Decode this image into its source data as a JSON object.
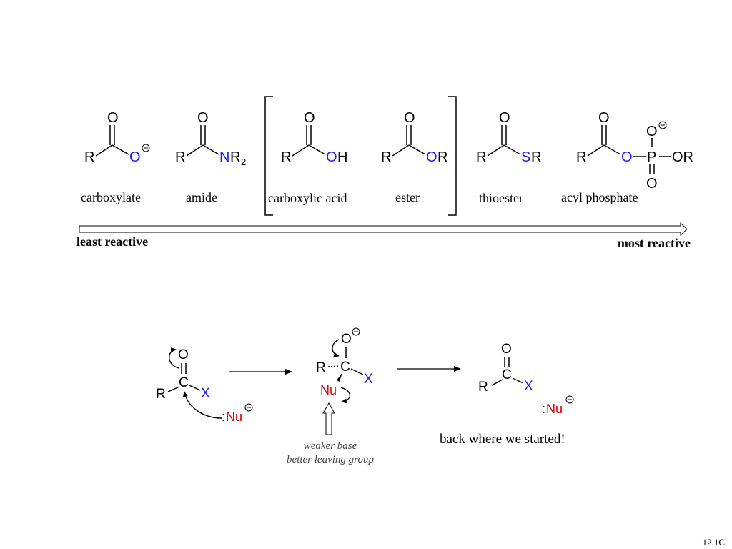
{
  "colors": {
    "heteroatom_blue": "#1a1aff",
    "nucleophile_red": "#e00000",
    "text": "#000000",
    "note_gray": "#444444"
  },
  "atoms": {
    "R": "R",
    "O": "O",
    "H": "H",
    "N": "N",
    "S": "S",
    "P": "P",
    "C": "C",
    "X": "X",
    "OR": "OR",
    "Nu": "Nu",
    "colon_Nu": ":Nu",
    "sub2": "2",
    "minus": "⊖"
  },
  "structures": [
    {
      "id": "carboxylate",
      "name": "carboxylate"
    },
    {
      "id": "amide",
      "name": "amide"
    },
    {
      "id": "carboxylic-acid",
      "name": "carboxylic acid"
    },
    {
      "id": "ester",
      "name": "ester"
    },
    {
      "id": "thioester",
      "name": "thioester"
    },
    {
      "id": "acyl-phosphate",
      "name": "acyl phosphate"
    }
  ],
  "reactivity": {
    "least": "least reactive",
    "most": "most reactive"
  },
  "mechanism": {
    "note_line1": "weaker base",
    "note_line2": "better leaving group",
    "result": "back where we started!"
  },
  "slide_number": "12.1C"
}
